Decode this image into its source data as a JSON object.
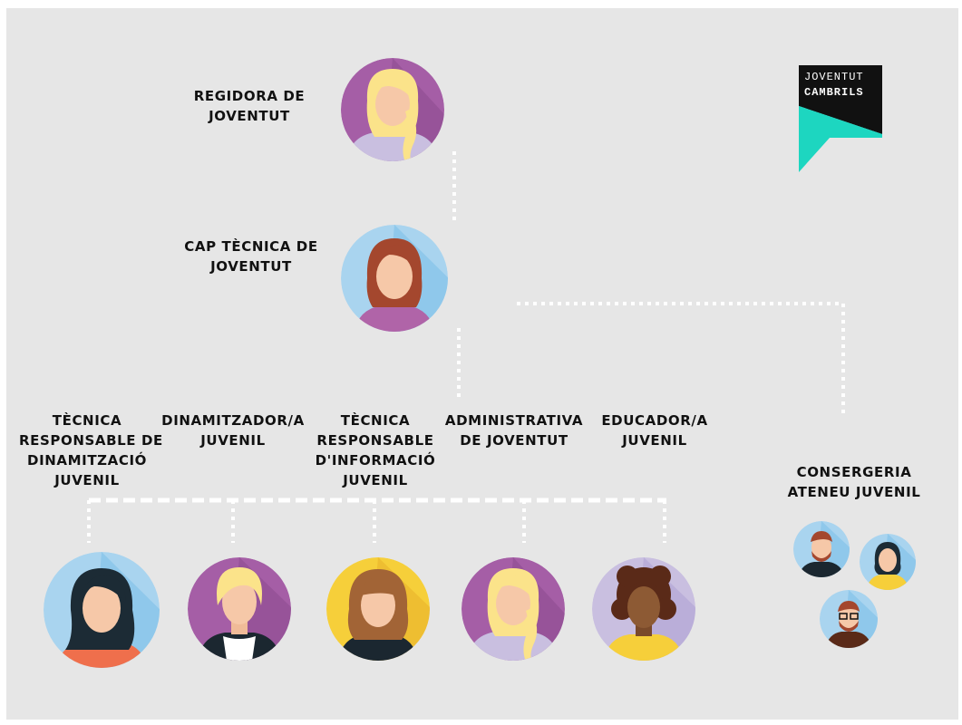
{
  "roles": {
    "regidora": [
      "REGIDORA DE",
      "JOVENTUT"
    ],
    "cap_tecnica": [
      "CAP TÈCNICA DE",
      "JOVENTUT"
    ],
    "tecnica_dinamitzacio": [
      "TÈCNICA",
      "RESPONSABLE DE",
      "DINAMITZACIÓ",
      "JUVENIL"
    ],
    "dinamitzador": [
      "DINAMITZADOR/A",
      "JUVENIL"
    ],
    "tecnica_informacio": [
      "TÈCNICA",
      "RESPONSABLE",
      "D'INFORMACIÓ",
      "JUVENIL"
    ],
    "administrativa": [
      "ADMINISTRATIVA",
      "DE JOVENTUT"
    ],
    "educador": [
      "EDUCADOR/A",
      "JUVENIL"
    ],
    "consergeria": [
      "CONSERGERIA",
      "ATENEU JUVENIL"
    ]
  },
  "logo": {
    "line1": "JOVENTUT",
    "line2": "CAMBRILS",
    "colors": {
      "box": "#111111",
      "flag": "#1dd6c0"
    }
  },
  "colors": {
    "background": "#e6e6e6",
    "connector": "#ffffff",
    "purple": "#a55ea6",
    "light_blue": "#a9d4ef",
    "yellow": "#f6cf3a",
    "lavender": "#c9bfe0",
    "skin": "#f6c8a8",
    "dark_skin": "#8d5a34"
  }
}
